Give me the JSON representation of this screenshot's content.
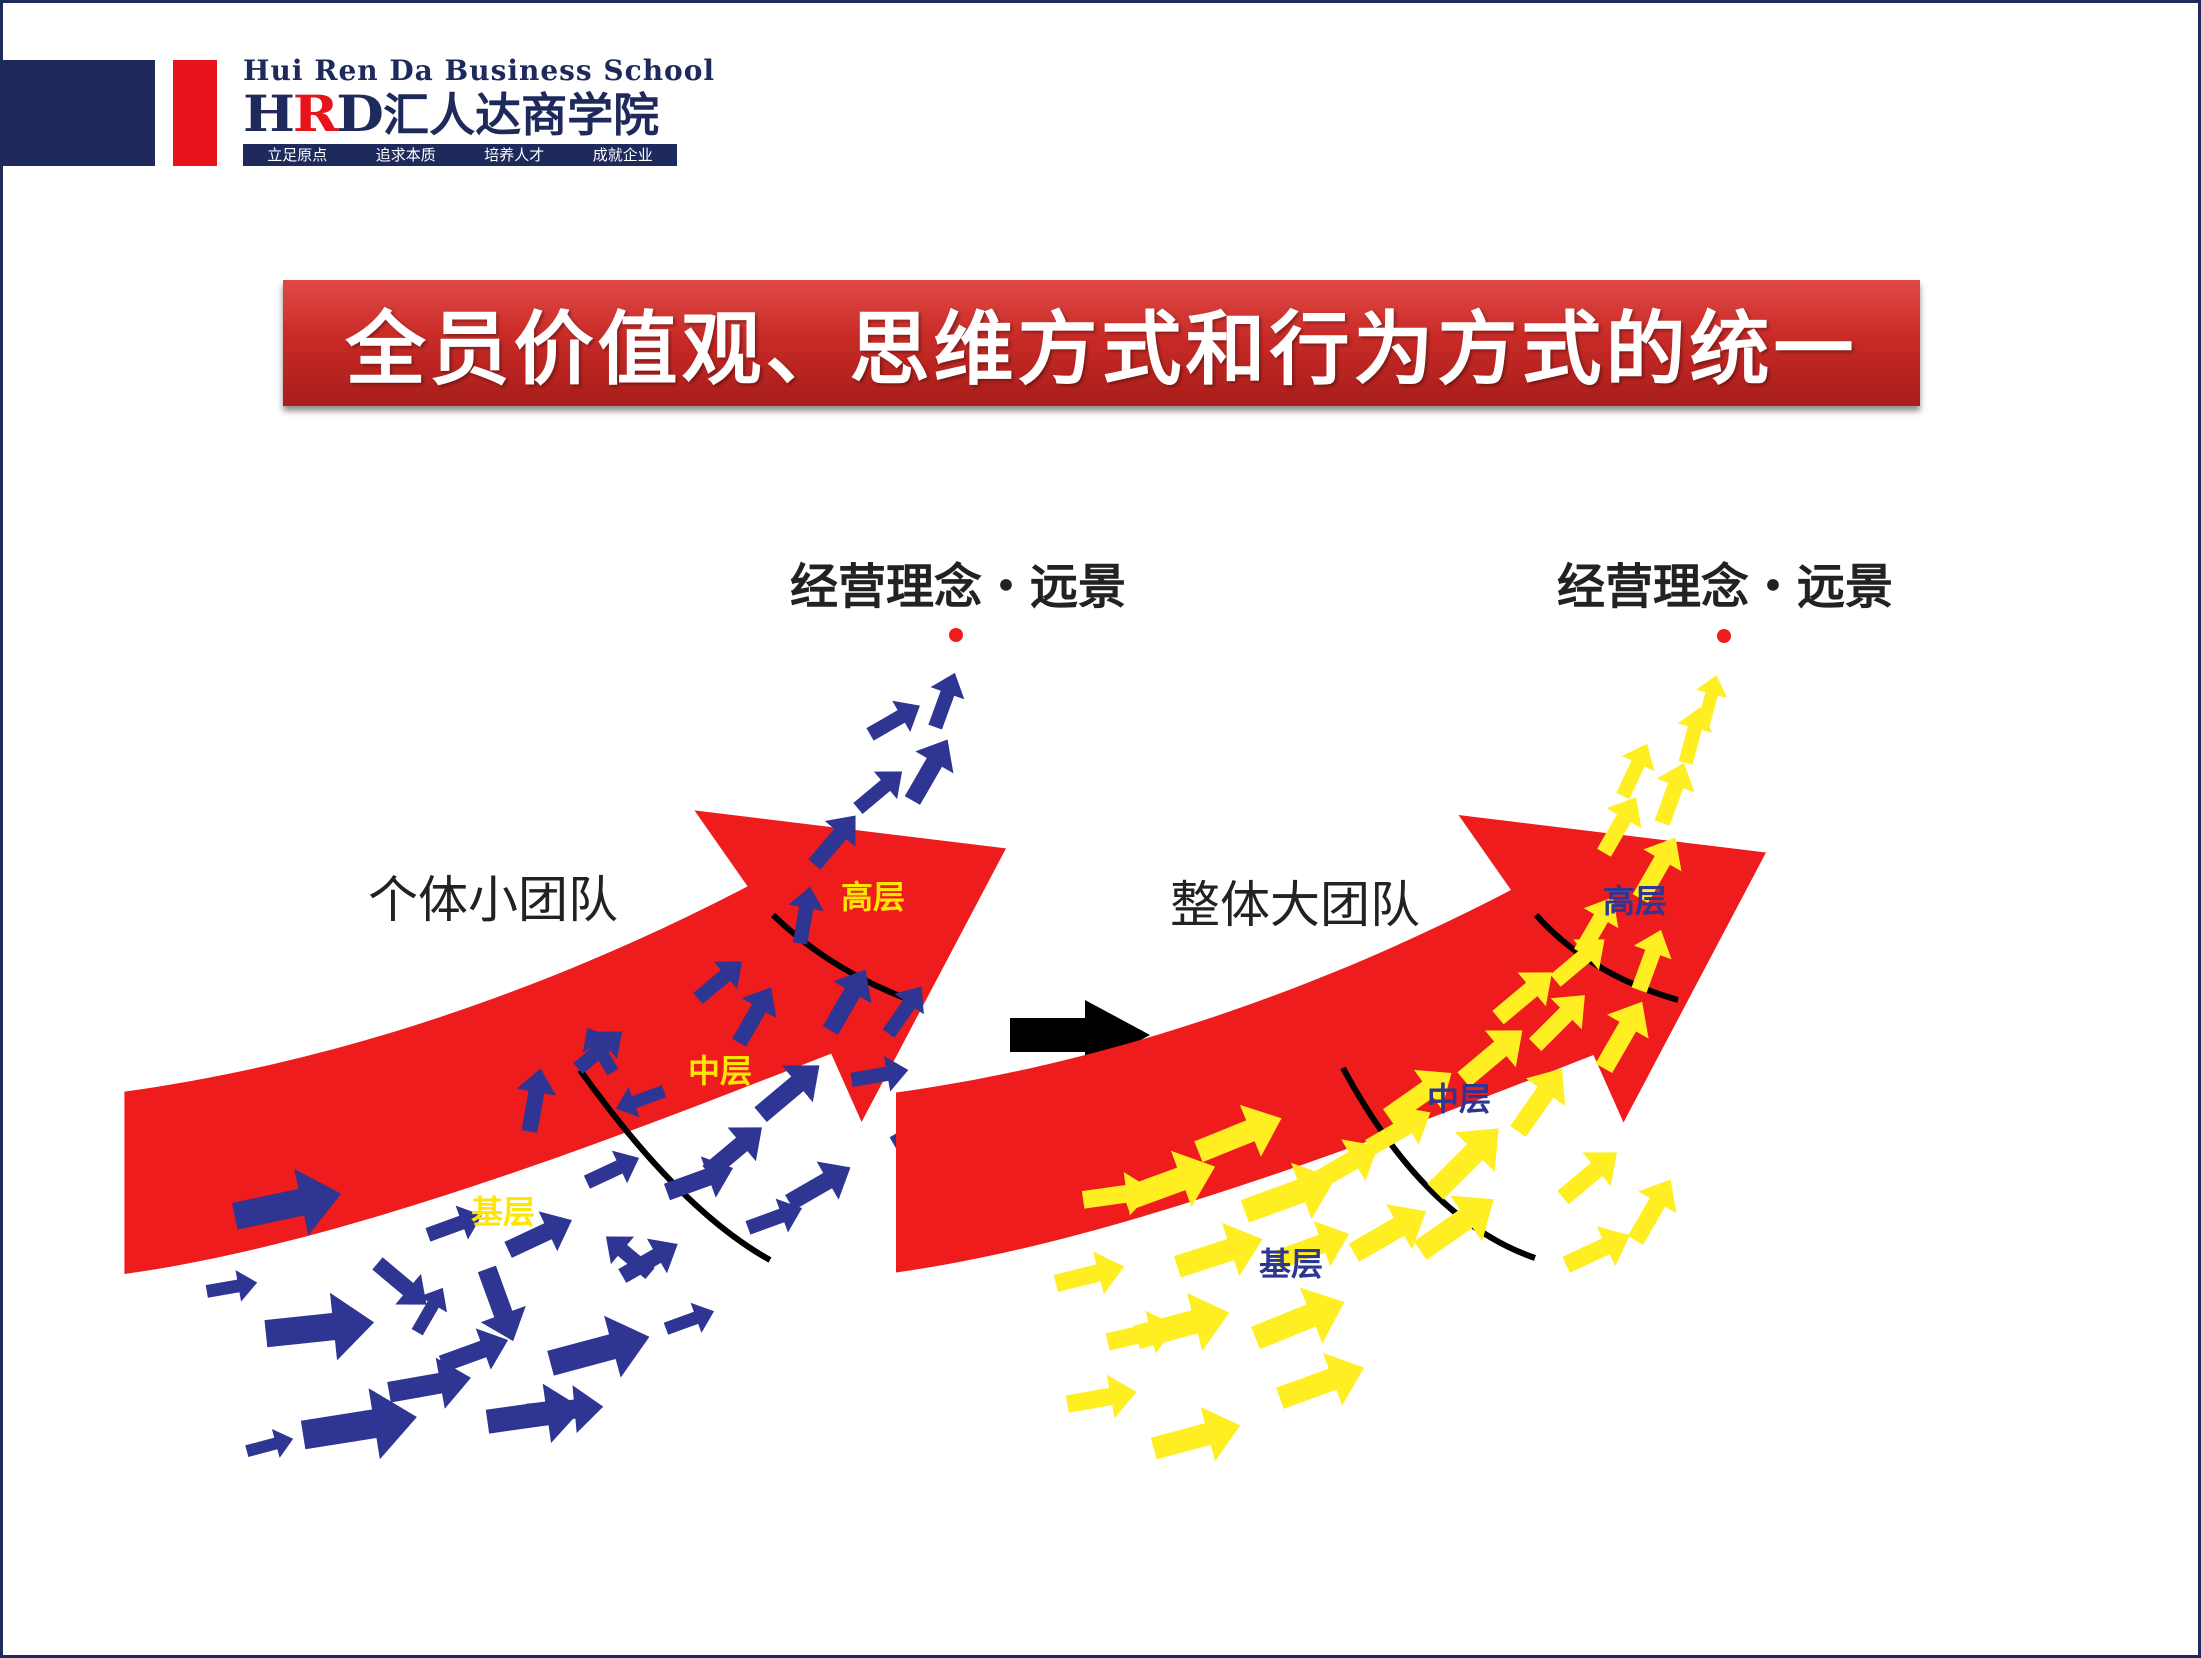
{
  "brand": {
    "english_name": "Hui Ren Da Business School",
    "abbr": "HRD",
    "chinese_name": "汇人达商学院",
    "slogans": [
      "立足原点",
      "追求本质",
      "培养人才",
      "成就企业"
    ]
  },
  "title": "全员价值观、思维方式和行为方式的统一",
  "panels": [
    {
      "label": "个体小团队",
      "goal": "经营理念・远景",
      "arrow_color": "#2e3592",
      "arrow_pattern": "scattered",
      "layers": {
        "base": "基层",
        "middle": "中层",
        "top": "高层"
      },
      "layer_label_color": "#ffe600"
    },
    {
      "label": "整体大团队",
      "goal": "经营理念・远景",
      "arrow_color": "#ffee22",
      "arrow_pattern": "aligned",
      "layers": {
        "base": "基层",
        "middle": "中层",
        "top": "高层"
      },
      "layer_label_color": "#2e3592"
    }
  ],
  "transition_arrow_color": "#000000",
  "colors": {
    "shape_red": "#ee1c1c",
    "navy": "#1f2a5c",
    "brand_red": "#e8141c",
    "banner_red": "#c92b27"
  }
}
